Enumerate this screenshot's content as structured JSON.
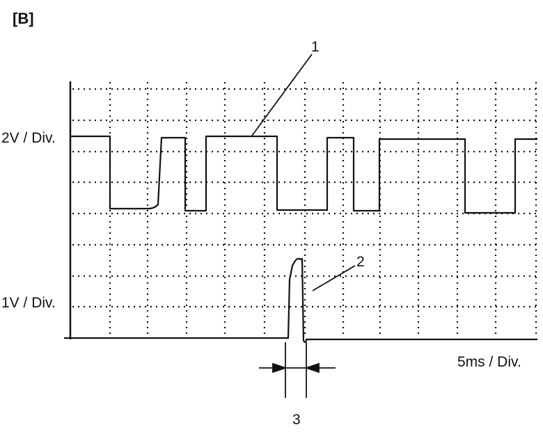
{
  "figure_label": "[B]",
  "scales": {
    "ch1": "2V / Div.",
    "ch2": "1V / Div.",
    "time": "5ms / Div."
  },
  "callouts": [
    "1",
    "2",
    "3"
  ],
  "colors": {
    "ink": "#111111",
    "background": "#ffffff"
  }
}
